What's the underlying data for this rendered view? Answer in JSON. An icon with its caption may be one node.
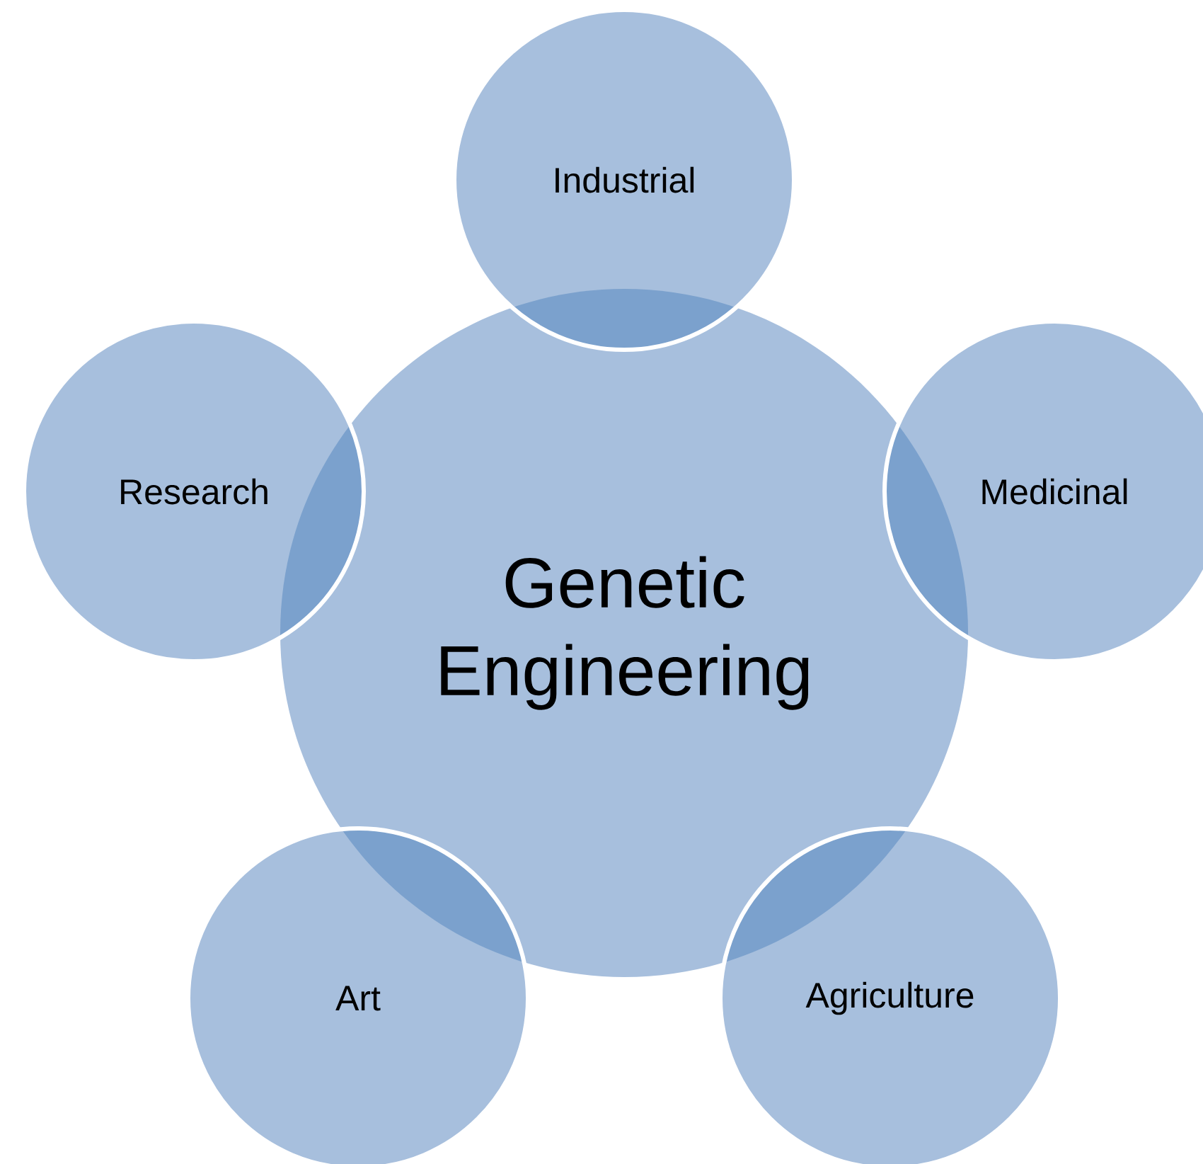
{
  "diagram": {
    "nodes": [
      {
        "text": [
          "Genetic Engineering"
        ]
      },
      {
        "text": [
          "Industrial"
        ]
      },
      {
        "text": [
          "Medicinal"
        ]
      },
      {
        "text": [
          "Agriculture"
        ]
      },
      {
        "text": [
          "Art"
        ]
      },
      {
        "text": [
          "Research"
        ]
      }
    ]
  }
}
